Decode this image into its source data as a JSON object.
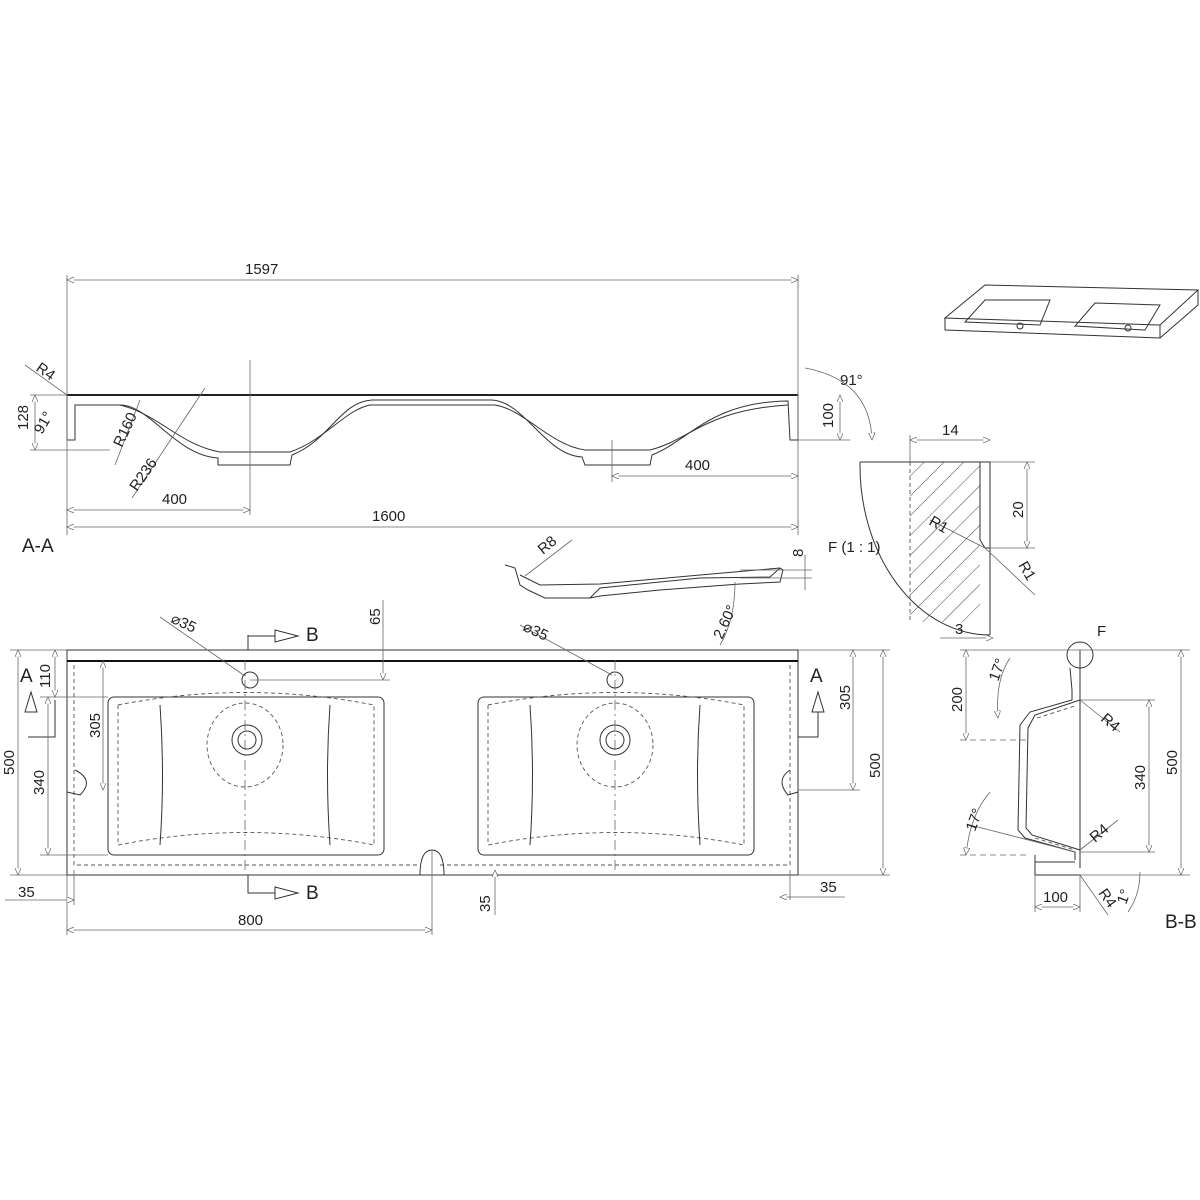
{
  "section_aa": {
    "title": "A-A",
    "overall_top": "1597",
    "overall_bottom": "1600",
    "left_basin_offset": "400",
    "right_basin_offset": "400",
    "height_left": "128",
    "height_right": "100",
    "angle_left": "91°",
    "angle_right": "91°",
    "radius_corner": "R4",
    "radius_1": "R160",
    "radius_2": "R236"
  },
  "side_profile": {
    "radius": "R8",
    "thickness": "8",
    "angle": "2.60°"
  },
  "detail_f": {
    "title": "F (1 : 1)",
    "width": "14",
    "height": "20",
    "radius_inner": "R1",
    "radius_outer": "R1",
    "edge": "3"
  },
  "plan": {
    "hole_left": "⌀35",
    "hole_right": "⌀35",
    "hole_offset": "65",
    "top_offset": "110",
    "depth_left": "305",
    "basin_length_left": "340",
    "total_depth_left": "500",
    "depth_right": "305",
    "total_depth_right": "500",
    "margin_left": "35",
    "margin_bottom": "35",
    "margin_right": "35",
    "center": "800",
    "section_a_left": "A",
    "section_a_right": "A",
    "section_b_top": "B",
    "section_b_bottom": "B"
  },
  "section_bb": {
    "title": "B-B",
    "detail_ref": "F",
    "top_depth": "200",
    "angle_top": "17°",
    "angle_bottom": "17°",
    "radius_top": "R4",
    "radius_mid": "R4",
    "radius_bottom": "R4",
    "basin_length": "340",
    "total_height": "500",
    "base_width": "100",
    "angle_base": "1°"
  }
}
